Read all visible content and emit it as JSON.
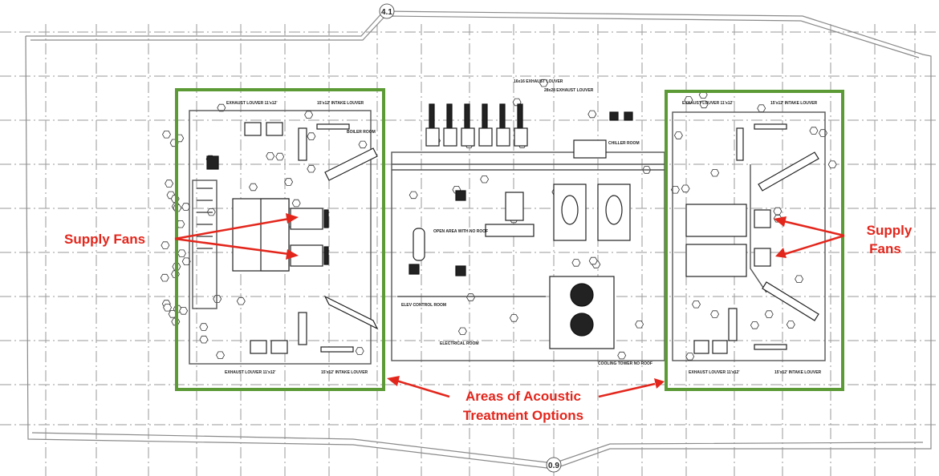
{
  "drawing": {
    "grid_markers": {
      "top": "4.1",
      "bottom": "0.9"
    },
    "room_labels": {
      "boiler_room": "BOILER ROOM",
      "chiller_room": "CHILLER ROOM",
      "open_area": "OPEN AREA WITH NO ROOF",
      "elev_control": "ELEV CONTROL ROOM",
      "electrical": "ELECTRICAL ROOM",
      "cooling_tower": "COOLING TOWER NO ROOF"
    },
    "louver_labels": {
      "exhaust_11x12": "EXHAUST LOUVER 11'x12'",
      "intake_15x12": "15'x12' INTAKE LOUVER",
      "exhaust_16x16": "16x16 EXHAUST LOUVER",
      "exhaust_28x28": "28x28 EXHAUST LOUVER"
    }
  },
  "annotations": {
    "supply_fans_left": "Supply Fans",
    "supply_fans_right_line1": "Supply",
    "supply_fans_right_line2": "Fans",
    "acoustic_line1": "Areas of Acoustic",
    "acoustic_line2": "Treatment Options"
  },
  "colors": {
    "highlight_box": "#5b9a35",
    "annotation": "#e3261c"
  }
}
